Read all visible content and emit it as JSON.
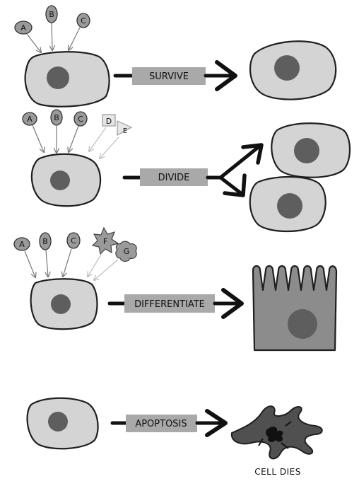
{
  "colors": {
    "cell_fill": "#d4d4d4",
    "nucleus_fill": "#5e5e5e",
    "label_box_fill": "#a9a9a9",
    "signal_dark": "#9a9a9a",
    "signal_light": "#e6e6e6",
    "outline": "#1f1f1f",
    "differentiated_fill": "#8c8c8c",
    "dead_cell_fill": "#505050"
  },
  "rows": [
    {
      "process_label": "SURVIVE",
      "signals": [
        "A",
        "B",
        "C"
      ]
    },
    {
      "process_label": "DIVIDE",
      "signals": [
        "A",
        "B",
        "C",
        "D",
        "E"
      ]
    },
    {
      "process_label": "DIFFERENTIATE",
      "signals": [
        "A",
        "B",
        "C",
        "F",
        "G"
      ]
    },
    {
      "process_label": "APOPTOSIS",
      "signals": [],
      "outcome_caption": "CELL DIES"
    }
  ]
}
